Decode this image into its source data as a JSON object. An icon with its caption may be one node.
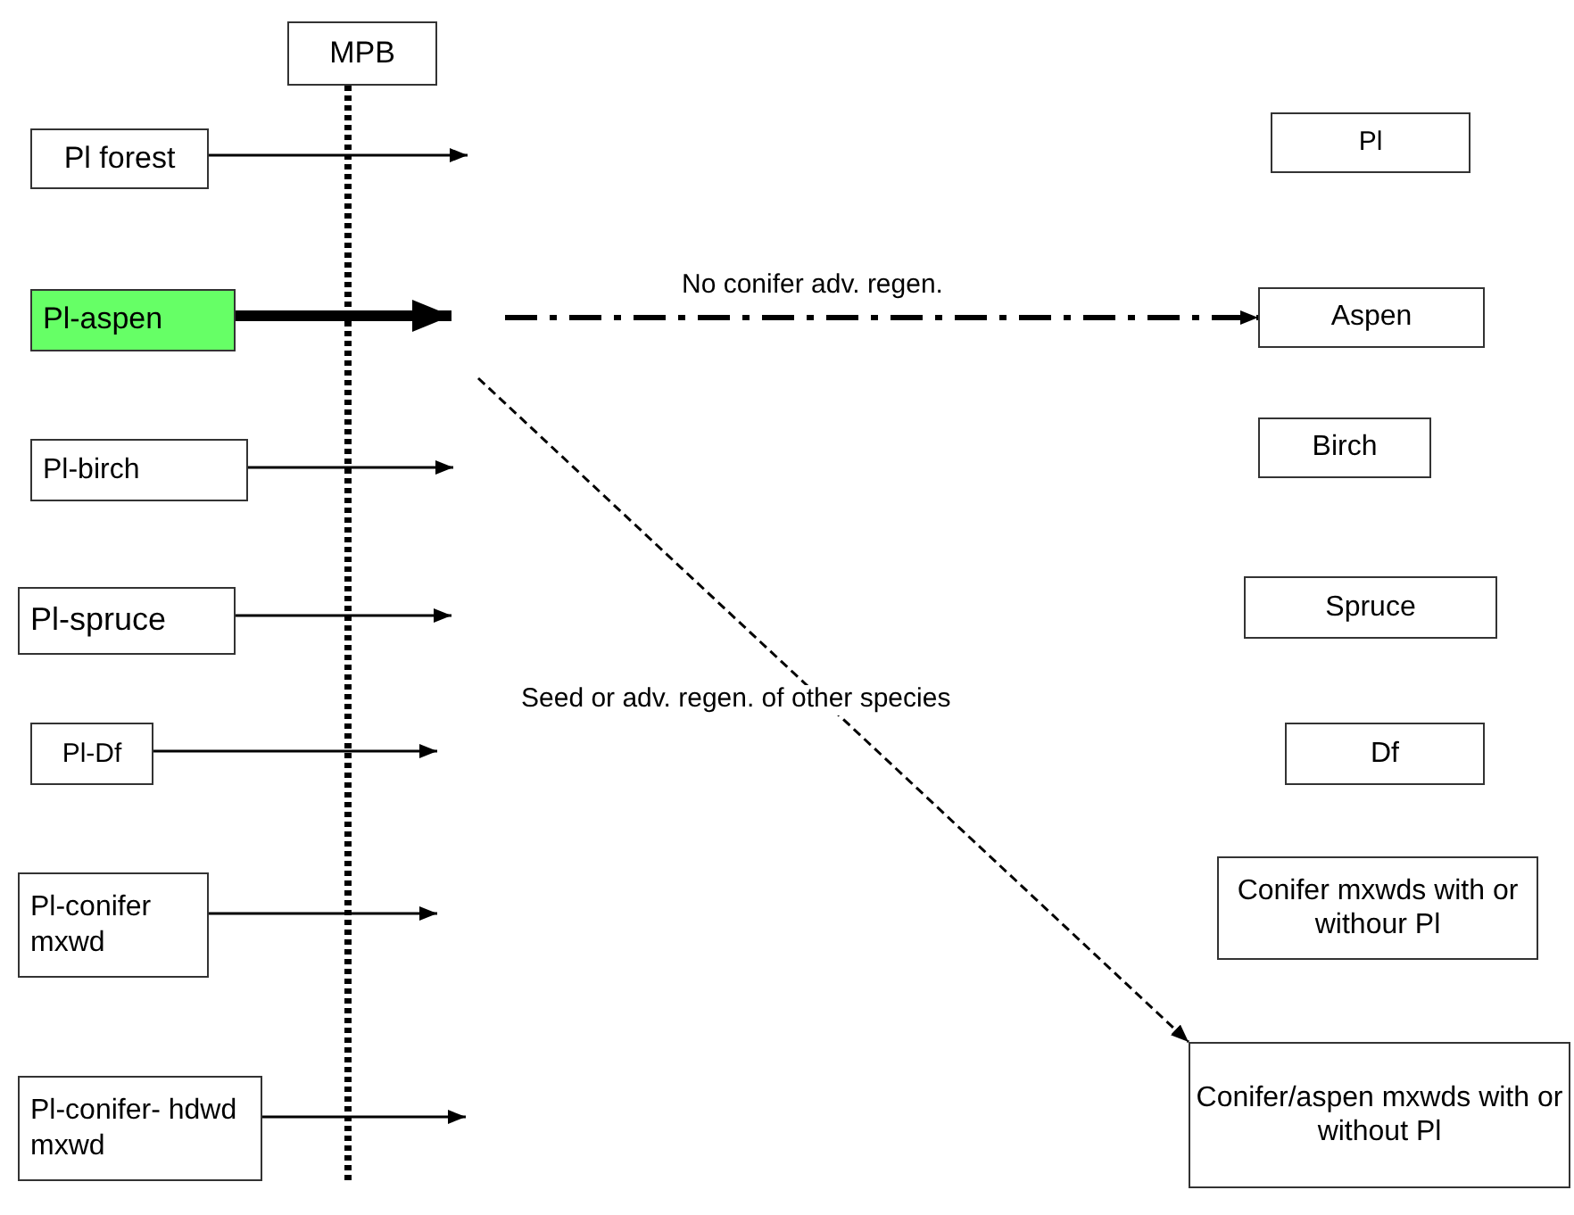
{
  "diagram": {
    "nodes": [
      {
        "text": [
          "MPB"
        ]
      },
      {
        "text": [
          "Pl forest"
        ]
      },
      {
        "text": [
          "Pl-aspen"
        ]
      },
      {
        "text": [
          "Pl-birch"
        ]
      },
      {
        "text": [
          "Pl-spruce"
        ]
      },
      {
        "text": [
          "Pl-Df"
        ]
      },
      {
        "text": [
          "Pl-conifer mxwd"
        ]
      },
      {
        "text": [
          "Pl-conifer- hdwd mxwd"
        ]
      },
      {
        "text": [
          "Pl"
        ]
      },
      {
        "text": [
          "Aspen"
        ]
      },
      {
        "text": [
          "Birch"
        ]
      },
      {
        "text": [
          "Spruce"
        ]
      },
      {
        "text": [
          "Df"
        ]
      },
      {
        "text": [
          "Conifer mxwds with or withour Pl"
        ]
      },
      {
        "text": [
          "Conifer/aspen mxwds with or without Pl"
        ]
      }
    ],
    "edges": [
      {
        "from": 0,
        "to": null,
        "arrow": "none",
        "style": "dashed"
      },
      {
        "from": 1,
        "to": null,
        "arrow": "to"
      },
      {
        "from": 2,
        "to": null,
        "arrow": "to",
        "style": "thick"
      },
      {
        "from": 3,
        "to": null,
        "arrow": "to"
      },
      {
        "from": 4,
        "to": null,
        "arrow": "to"
      },
      {
        "from": 5,
        "to": null,
        "arrow": "to"
      },
      {
        "from": 6,
        "to": null,
        "arrow": "to"
      },
      {
        "from": 7,
        "to": null,
        "arrow": "to"
      },
      {
        "from": null,
        "to": 9,
        "arrow": "to",
        "label": "No conifer adv. regen.",
        "style": "dashed"
      },
      {
        "from": null,
        "to": 14,
        "arrow": "to",
        "label": "Seed or adv. regen. of other species",
        "style": "dashed"
      }
    ]
  }
}
